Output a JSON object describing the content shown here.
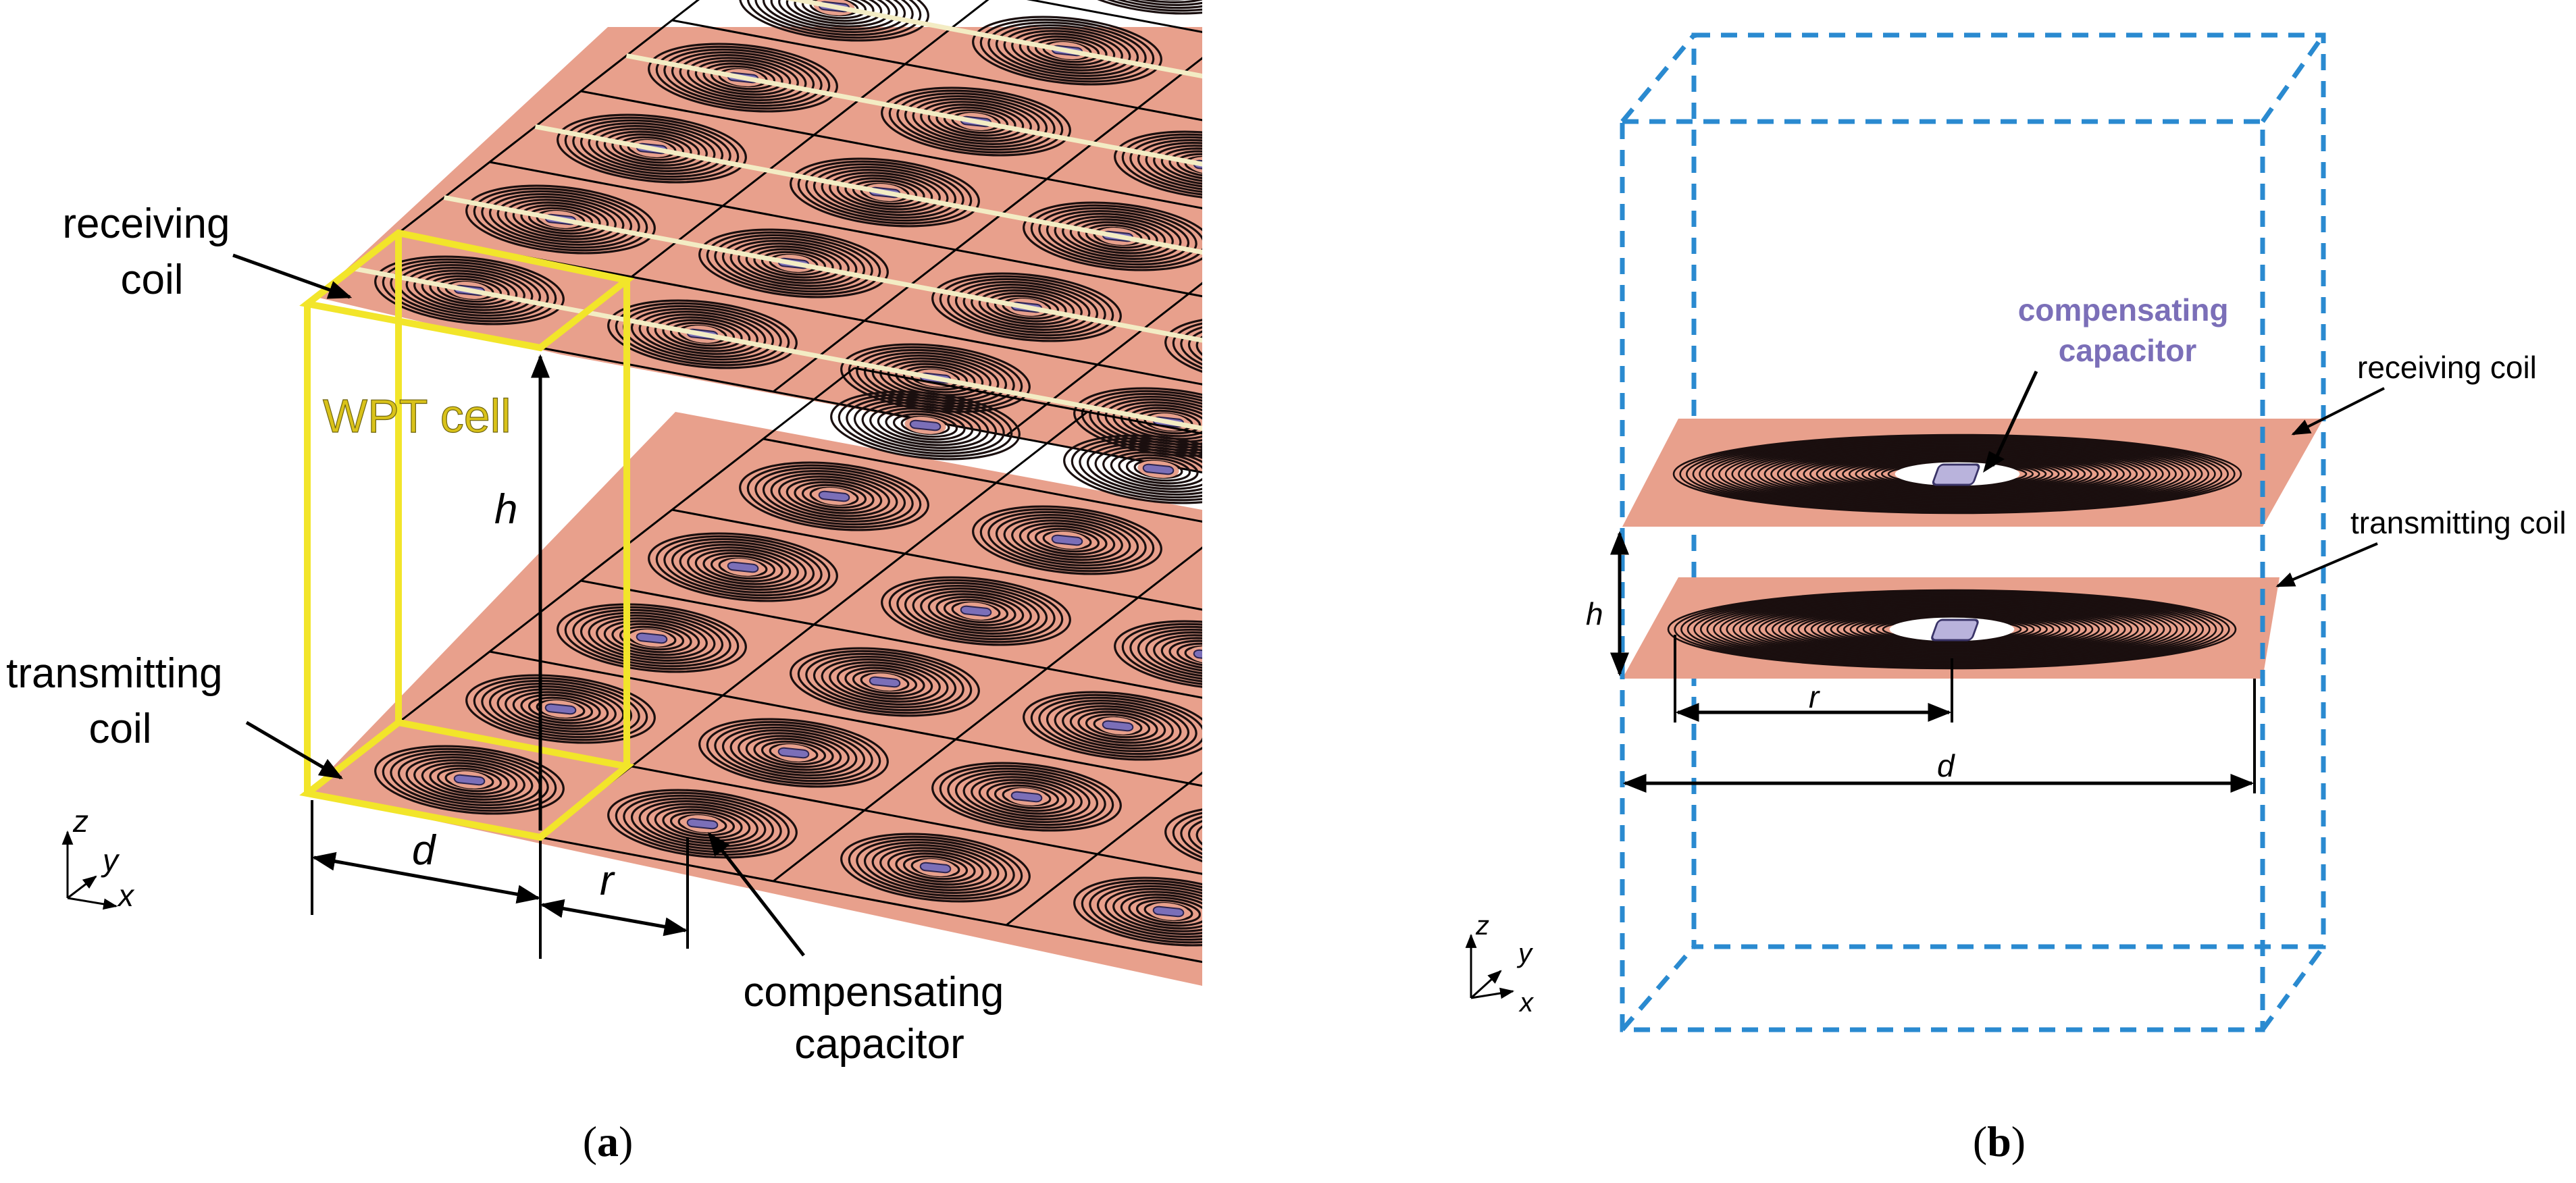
{
  "panel_a": {
    "label_receiving": [
      "receiving",
      "coil"
    ],
    "label_transmitting": [
      "transmitting",
      "coil"
    ],
    "label_capacitor": [
      "compensating",
      "capacitor"
    ],
    "label_cell": "WPT cell",
    "dim_h": "h",
    "dim_d": "d",
    "dim_r": "r",
    "axis_z": "z",
    "axis_y": "y",
    "axis_x": "x",
    "caption_open": "(",
    "caption_letter": "a",
    "caption_close": ")"
  },
  "panel_b": {
    "label_capacitor": [
      "compensating",
      "capacitor"
    ],
    "label_receiving": "receiving coil",
    "label_transmitting": "transmitting coil",
    "dim_h": "h",
    "dim_r": "r",
    "dim_d": "d",
    "axis_z": "z",
    "axis_y": "y",
    "axis_x": "x",
    "caption_open": "(",
    "caption_letter": "b",
    "caption_close": ")"
  },
  "colors": {
    "plate": "#e8a08c",
    "coil": "#1a0f0f",
    "capacitor": "#7b6fb8",
    "cell_outline": "#f2e52a",
    "cell_text": "#d9c21a",
    "box_dash": "#2a8ad0",
    "wire": "#f3ecc4"
  }
}
